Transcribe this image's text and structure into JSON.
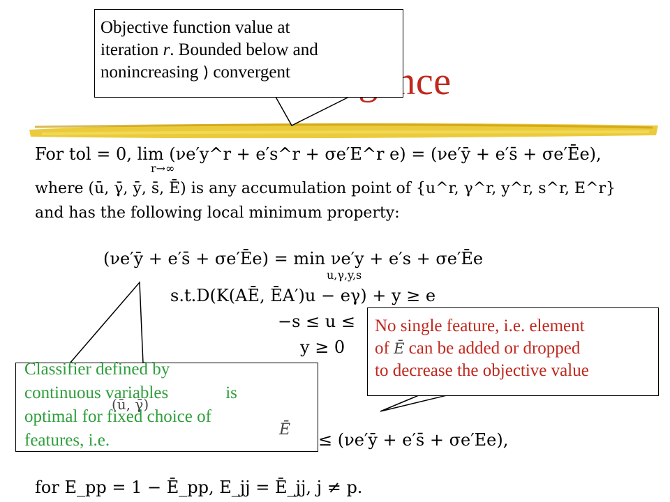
{
  "slide": {
    "title": "ergence",
    "lines": {
      "l1_prefix": "For",
      "l1_math": "tol = 0,  lim (νe′y^r + e′s^r + σe′E^r e) = (νe′ȳ + e′s̄ + σe′Ēe),",
      "l1_sub": "r→∞",
      "l2": "where (ū, γ̄, ȳ, s̄, Ē) is any accumulation point of {u^r, γ^r, y^r, s^r, E^r}",
      "l3": "and has the following local minimum property:",
      "eq1": "(νe′ȳ + e′s̄ + σe′Ēe) =   min   νe′y + e′s + σe′Ēe",
      "eq1_sub": "u,γ,y,s",
      "eq2": "s.t.D(K(AĒ, ĒA′)u − eγ) + y ≥ e",
      "eq3": "−s ≤ u ≤",
      "eq4": "y ≥ 0",
      "eq5": "≤ (νe′ȳ + e′s̄ + σe′Ee),",
      "last_prefix": "for",
      "last_math": "E_pp = 1 − Ē_pp,  E_jj = Ē_jj,  j ≠ p."
    }
  },
  "callouts": {
    "objective": {
      "line1": "Objective function value at",
      "line2a": "iteration ",
      "line2b": "r",
      "line2c": ".  Bounded below and",
      "line3a": "nonincreasing ",
      "line3b": ")",
      "line3c": " convergent"
    },
    "feature": {
      "line1": "No single feature, i.e. element",
      "line2a": "of ",
      "line2b": "Ē",
      "line2c": " can be added or dropped",
      "line3": "to decrease the objective value"
    },
    "classifier": {
      "line1": "Classifier defined by",
      "line2a": "continuous variables",
      "line2b": "is",
      "line3": "optimal for fixed choice of",
      "line4": "features, i.e.",
      "var": "(ū, γ̄)",
      "ebar": "Ē"
    }
  }
}
